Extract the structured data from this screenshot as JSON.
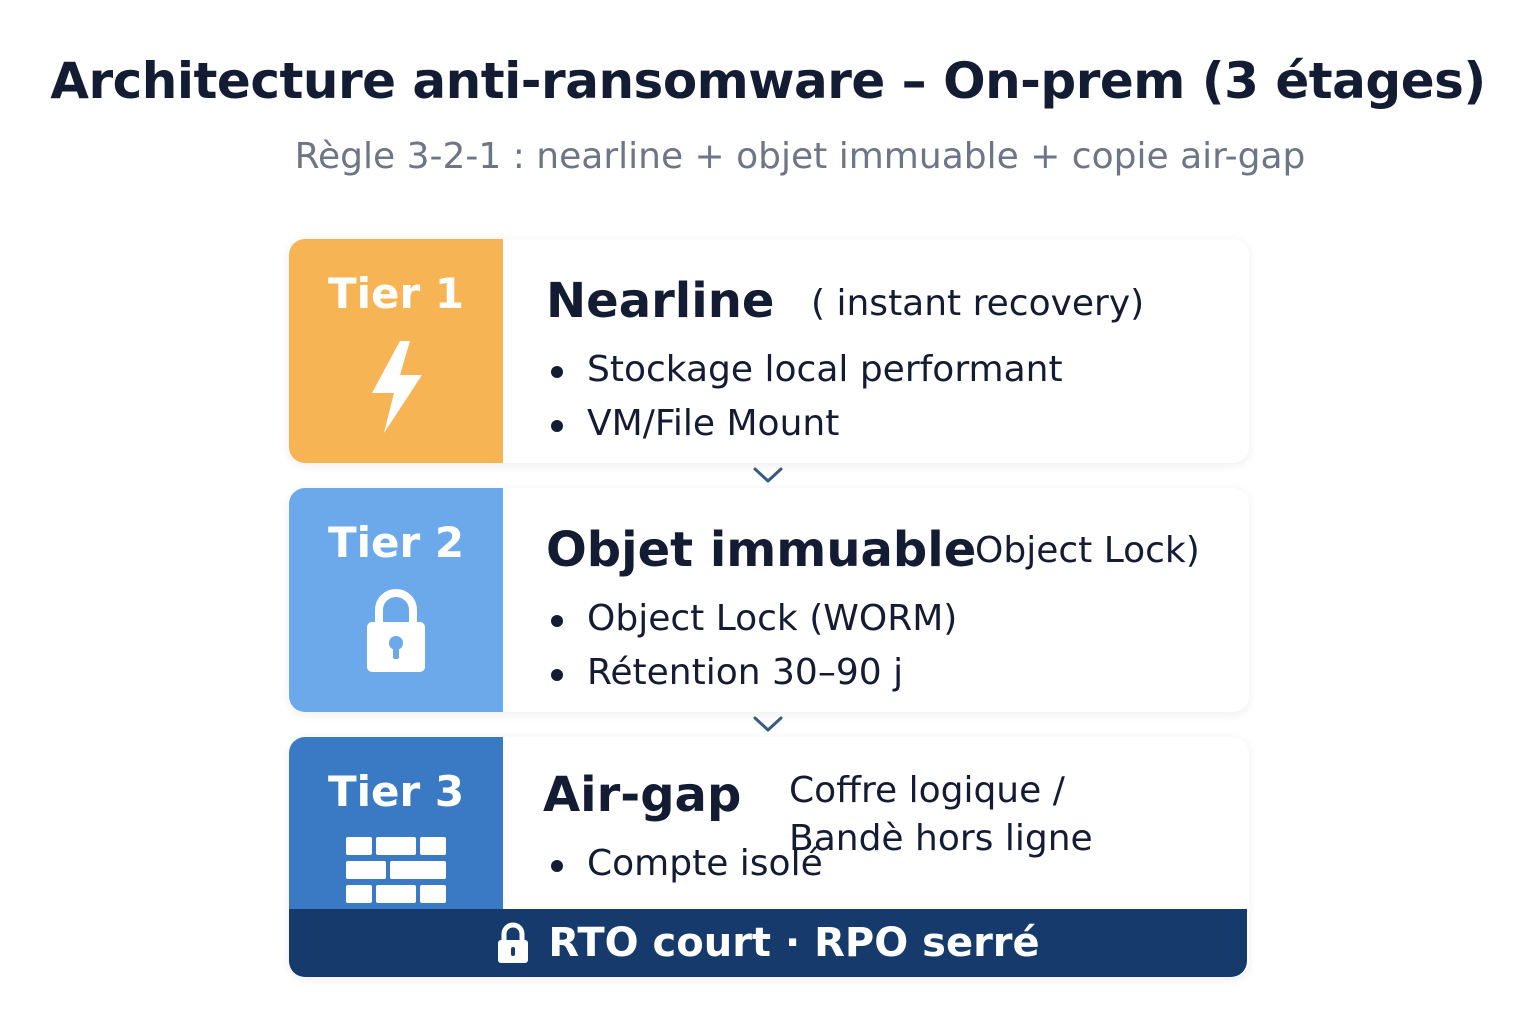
{
  "header": {
    "title": "Architecture anti-ransomware – On-prem (3 étages)",
    "subtitle": "Règle 3-2-1 : nearline + objet immuable + copie air-gap"
  },
  "colors": {
    "tier1": "#f7b454",
    "tier2": "#6ba9ea",
    "tier3": "#3a7ac4",
    "footer": "#163a6b"
  },
  "tiers": [
    {
      "badge": "Tier 1",
      "icon": "lightning-icon",
      "name": "Nearline",
      "note": "( instant recovery)",
      "bullets": [
        "Stockage local performant",
        "VM/File Mount"
      ]
    },
    {
      "badge": "Tier 2",
      "icon": "padlock-icon",
      "name": "Objet immuable",
      "note": "Object Lock)",
      "bullets": [
        "Object Lock (WORM)",
        "Rétention 30–90 j"
      ]
    },
    {
      "badge": "Tier 3",
      "icon": "brick-wall-icon",
      "name": "Air-gap",
      "note": "Coffre logique / Bandè hors ligne",
      "bullets": [
        "Compte isolé"
      ]
    }
  ],
  "footer": {
    "icon": "lock-icon",
    "text": "RTO court · RPO serré"
  }
}
